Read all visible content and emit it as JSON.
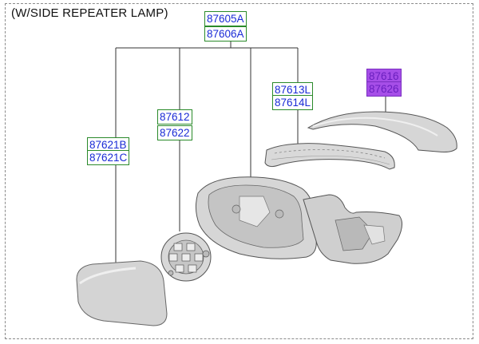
{
  "caption": "(W/SIDE REPEATER LAMP)",
  "colors": {
    "label_text": "#1a2bd6",
    "label_border": "#2a8a2a",
    "highlight_fill": "#a64ee8",
    "highlight_text": "#6a1fbf",
    "leader_line": "#333333",
    "part_fill": "#d9d9d9",
    "part_stroke": "#555555"
  },
  "labels": {
    "housing_a": "87605A",
    "housing_b": "87606A",
    "glass_a": "87621B",
    "glass_b": "87621C",
    "actuator_a": "87612",
    "actuator_b": "87622",
    "repeater_a": "87613L",
    "repeater_b": "87614L",
    "cover_a": "87616",
    "cover_b": "87626"
  },
  "parts": [
    {
      "id": "mirror-glass",
      "icon": "mirror-glass-icon"
    },
    {
      "id": "actuator",
      "icon": "actuator-motor-icon"
    },
    {
      "id": "mirror-housing",
      "icon": "mirror-housing-icon"
    },
    {
      "id": "side-repeater-lamp",
      "icon": "repeater-lamp-icon"
    },
    {
      "id": "scalp-cover",
      "icon": "scalp-cover-icon"
    }
  ]
}
